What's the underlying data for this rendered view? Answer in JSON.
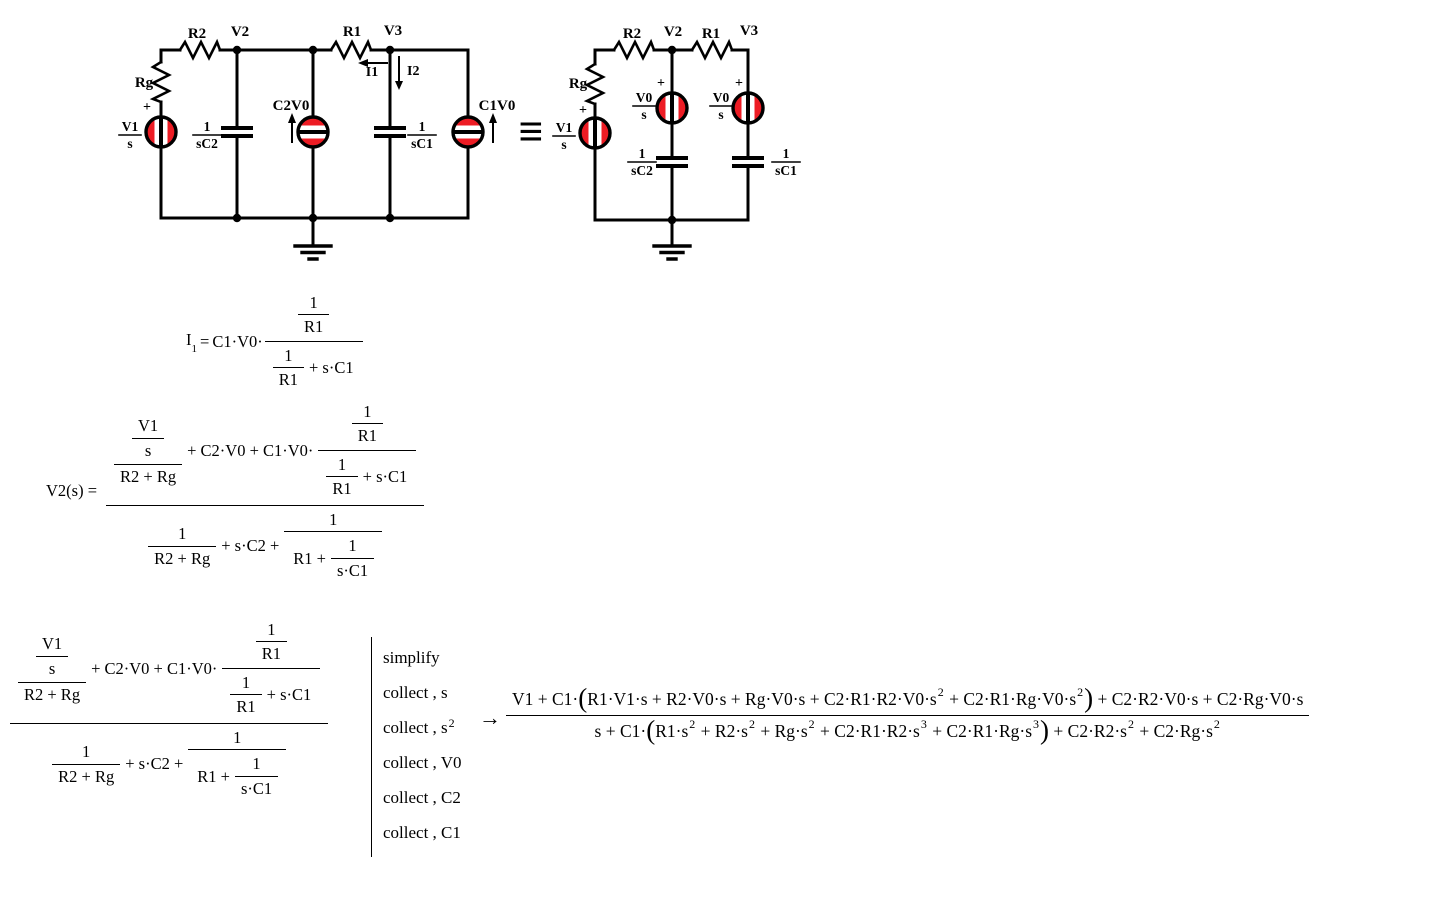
{
  "colors": {
    "source_fill": "#ED1C24",
    "wire": "#000000"
  },
  "circuit_left": {
    "r2_label": "R2",
    "v2_label": "V2",
    "r1_label": "R1",
    "v3_label": "V3",
    "rg_label": "Rg",
    "plus_sign": "+",
    "v1s_num": "V1",
    "v1s_den": "s",
    "cap2_num": "1",
    "cap2_den": "sC2",
    "c2v0_label": "C2V0",
    "i1_label": "I1",
    "i2_label": "I2",
    "cap1_num": "1",
    "cap1_den": "sC1",
    "c1v0_label": "C1V0"
  },
  "equiv_symbol": "≡",
  "circuit_right": {
    "r2_label": "R2",
    "v2_label": "V2",
    "r1_label": "R1",
    "v3_label": "V3",
    "rg_label": "Rg",
    "plus_sign": "+",
    "v1s_num": "V1",
    "v1s_den": "s",
    "v0s_num": "V0",
    "v0s_den": "s",
    "cap2_num": "1",
    "cap2_den": "sC2",
    "cap1_num": "1",
    "cap1_den": "sC1"
  },
  "eq_i1": {
    "lhs_base": "I",
    "lhs_sub": "1",
    "equals": "=",
    "coefficient": "C1·V0·",
    "num_one": "1",
    "num_r1": "R1",
    "den_one": "1",
    "den_r1": "R1",
    "den_rest": "+ s·C1"
  },
  "eq_v2": {
    "lhs": "V2(s) ="
  },
  "big_fraction": {
    "v1": "V1",
    "s": "s",
    "r2_rg": "R2 + Rg",
    "mid_terms": "+ C2·V0 + C1·V0·",
    "one_a": "1",
    "r1_a": "R1",
    "one_b": "1",
    "r1_b": "R1",
    "plus_sc1": "+ s·C1",
    "den_one_a": "1",
    "den_r2_rg": "R2 + Rg",
    "plus_sc2_plus": "+ s·C2 +",
    "den_one_b": "1",
    "r1_plus": "R1 +",
    "den_one_c": "1",
    "den_sc1": "s·C1"
  },
  "keywords": [
    {
      "text": "simplify"
    },
    {
      "text": "collect , s"
    },
    {
      "text": "collect , s",
      "sup": "2"
    },
    {
      "text": "collect , V0"
    },
    {
      "text": "collect , C2"
    },
    {
      "text": "collect , C1"
    }
  ],
  "arrow": "→",
  "result": {
    "numerator": [
      {
        "t": "V1 + C1·"
      },
      {
        "paren": "("
      },
      {
        "t": "R1·V1·s + R2·V0·s + Rg·V0·s + C2·R1·R2·V0·s"
      },
      {
        "sup": "2"
      },
      {
        "t": " + C2·R1·Rg·V0·s"
      },
      {
        "sup": "2"
      },
      {
        "paren": ")"
      },
      {
        "t": " + C2·R2·V0·s + C2·Rg·V0·s"
      }
    ],
    "denominator": [
      {
        "t": "s + C1·"
      },
      {
        "paren": "("
      },
      {
        "t": "R1·s"
      },
      {
        "sup": "2"
      },
      {
        "t": " + R2·s"
      },
      {
        "sup": "2"
      },
      {
        "t": " + Rg·s"
      },
      {
        "sup": "2"
      },
      {
        "t": " + C2·R1·R2·s"
      },
      {
        "sup": "3"
      },
      {
        "t": " + C2·R1·Rg·s"
      },
      {
        "sup": "3"
      },
      {
        "paren": ")"
      },
      {
        "t": " + C2·R2·s"
      },
      {
        "sup": "2"
      },
      {
        "t": " + C2·Rg·s"
      },
      {
        "sup": "2"
      }
    ]
  }
}
